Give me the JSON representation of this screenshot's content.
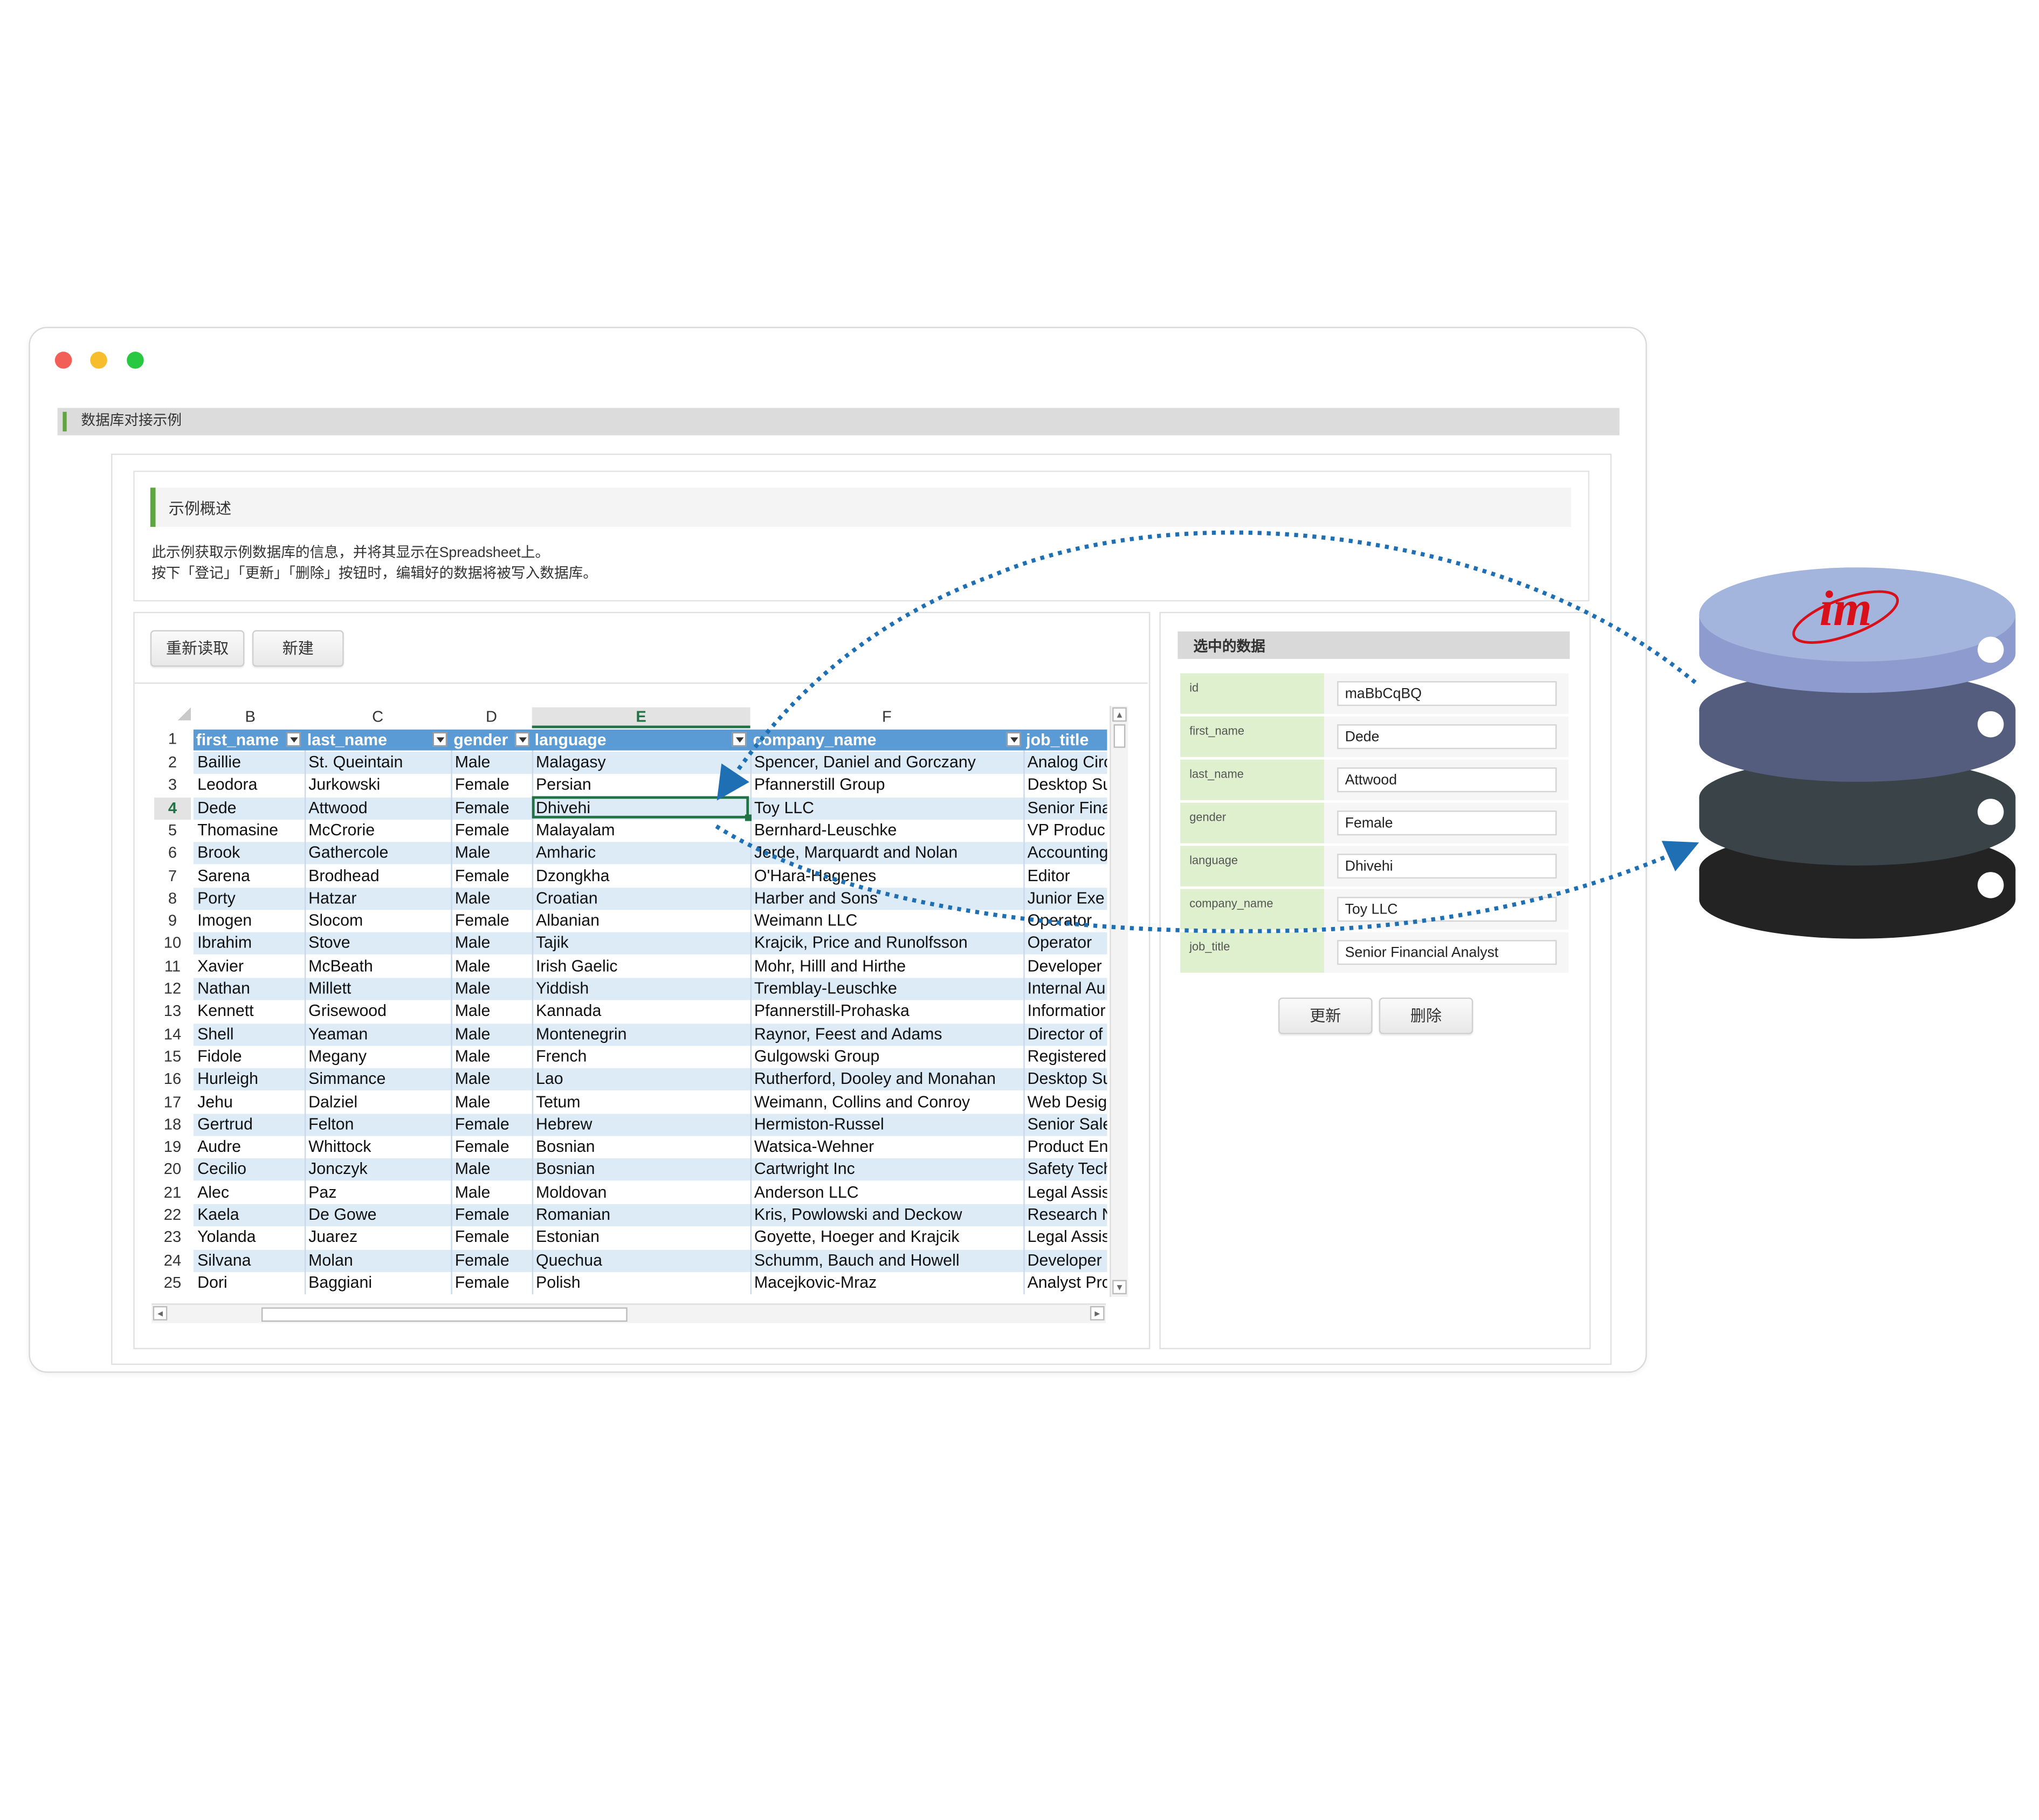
{
  "page": {
    "section_title": "数据库对接示例",
    "overview_title": "示例概述",
    "desc_line1": "此示例获取示例数据库的信息，并将其显示在Spreadsheet上。",
    "desc_line2": "按下「登记」「更新」「删除」按钮时，编辑好的数据将被写入数据库。"
  },
  "toolbar": {
    "reload_label": "重新读取",
    "new_label": "新建"
  },
  "sheet": {
    "column_letters": [
      "B",
      "C",
      "D",
      "E",
      "F"
    ],
    "headers": [
      "first_name",
      "last_name",
      "gender",
      "language",
      "company_name",
      "job_title"
    ],
    "header_row_number": "1",
    "selected_row": 4,
    "rows": [
      {
        "n": "2",
        "c": [
          "Baillie",
          "St. Queintain",
          "Male",
          "Malagasy",
          "Spencer, Daniel and Gorczany",
          "Analog Circ"
        ]
      },
      {
        "n": "3",
        "c": [
          "Leodora",
          "Jurkowski",
          "Female",
          "Persian",
          "Pfannerstill Group",
          "Desktop Su"
        ]
      },
      {
        "n": "4",
        "c": [
          "Dede",
          "Attwood",
          "Female",
          "Dhivehi",
          "Toy LLC",
          "Senior Fina"
        ]
      },
      {
        "n": "5",
        "c": [
          "Thomasine",
          "McCrorie",
          "Female",
          "Malayalam",
          "Bernhard-Leuschke",
          "VP Produc"
        ]
      },
      {
        "n": "6",
        "c": [
          "Brook",
          "Gathercole",
          "Male",
          "Amharic",
          "Jerde, Marquardt and Nolan",
          "Accounting"
        ]
      },
      {
        "n": "7",
        "c": [
          "Sarena",
          "Brodhead",
          "Female",
          "Dzongkha",
          "O'Hara-Hagenes",
          "Editor"
        ]
      },
      {
        "n": "8",
        "c": [
          "Porty",
          "Hatzar",
          "Male",
          "Croatian",
          "Harber and Sons",
          "Junior Exe"
        ]
      },
      {
        "n": "9",
        "c": [
          "Imogen",
          "Slocom",
          "Female",
          "Albanian",
          "Weimann LLC",
          "Operator"
        ]
      },
      {
        "n": "10",
        "c": [
          "Ibrahim",
          "Stove",
          "Male",
          "Tajik",
          "Krajcik, Price and Runolfsson",
          "Operator"
        ]
      },
      {
        "n": "11",
        "c": [
          "Xavier",
          "McBeath",
          "Male",
          "Irish Gaelic",
          "Mohr, Hilll and Hirthe",
          "Developer"
        ]
      },
      {
        "n": "12",
        "c": [
          "Nathan",
          "Millett",
          "Male",
          "Yiddish",
          "Tremblay-Leuschke",
          "Internal Au"
        ]
      },
      {
        "n": "13",
        "c": [
          "Kennett",
          "Grisewood",
          "Male",
          "Kannada",
          "Pfannerstill-Prohaska",
          "Informatior"
        ]
      },
      {
        "n": "14",
        "c": [
          "Shell",
          "Yeaman",
          "Male",
          "Montenegrin",
          "Raynor, Feest and Adams",
          "Director of"
        ]
      },
      {
        "n": "15",
        "c": [
          "Fidole",
          "Megany",
          "Male",
          "French",
          "Gulgowski Group",
          "Registered"
        ]
      },
      {
        "n": "16",
        "c": [
          "Hurleigh",
          "Simmance",
          "Male",
          "Lao",
          "Rutherford, Dooley and Monahan",
          "Desktop Su"
        ]
      },
      {
        "n": "17",
        "c": [
          "Jehu",
          "Dalziel",
          "Male",
          "Tetum",
          "Weimann, Collins and Conroy",
          "Web Desig"
        ]
      },
      {
        "n": "18",
        "c": [
          "Gertrud",
          "Felton",
          "Female",
          "Hebrew",
          "Hermiston-Russel",
          "Senior Sale"
        ]
      },
      {
        "n": "19",
        "c": [
          "Audre",
          "Whittock",
          "Female",
          "Bosnian",
          "Watsica-Wehner",
          "Product En"
        ]
      },
      {
        "n": "20",
        "c": [
          "Cecilio",
          "Jonczyk",
          "Male",
          "Bosnian",
          "Cartwright Inc",
          "Safety Tech"
        ]
      },
      {
        "n": "21",
        "c": [
          "Alec",
          "Paz",
          "Male",
          "Moldovan",
          "Anderson LLC",
          "Legal Assis"
        ]
      },
      {
        "n": "22",
        "c": [
          "Kaela",
          "De Gowe",
          "Female",
          "Romanian",
          "Kris, Powlowski and Deckow",
          "Research N"
        ]
      },
      {
        "n": "23",
        "c": [
          "Yolanda",
          "Juarez",
          "Female",
          "Estonian",
          "Goyette, Hoeger and Krajcik",
          "Legal Assis"
        ]
      },
      {
        "n": "24",
        "c": [
          "Silvana",
          "Molan",
          "Female",
          "Quechua",
          "Schumm, Bauch and Howell",
          "Developer"
        ]
      },
      {
        "n": "25",
        "c": [
          "Dori",
          "Baggiani",
          "Female",
          "Polish",
          "Macejkovic-Mraz",
          "Analyst Prc"
        ]
      }
    ]
  },
  "selected": {
    "title": "选中的数据",
    "fields": [
      {
        "label": "id",
        "value": "maBbCqBQ"
      },
      {
        "label": "first_name",
        "value": "Dede"
      },
      {
        "label": "last_name",
        "value": "Attwood"
      },
      {
        "label": "gender",
        "value": "Female"
      },
      {
        "label": "language",
        "value": "Dhivehi"
      },
      {
        "label": "company_name",
        "value": "Toy LLC"
      },
      {
        "label": "job_title",
        "value": "Senior Financial Analyst"
      }
    ],
    "update_label": "更新",
    "delete_label": "删除"
  },
  "database_logo": {
    "text": "im",
    "icon": "database-icon"
  },
  "colors": {
    "accent_green": "#5fa641",
    "table_header": "#5b9bd5",
    "table_band": "#ddebf7",
    "arrow": "#1f6fb5",
    "db_layer1": "#8d9bcf",
    "db_layer2": "#555d7e",
    "db_layer3": "#3a4448",
    "db_layer4": "#232323",
    "logo_red": "#d7101a"
  }
}
